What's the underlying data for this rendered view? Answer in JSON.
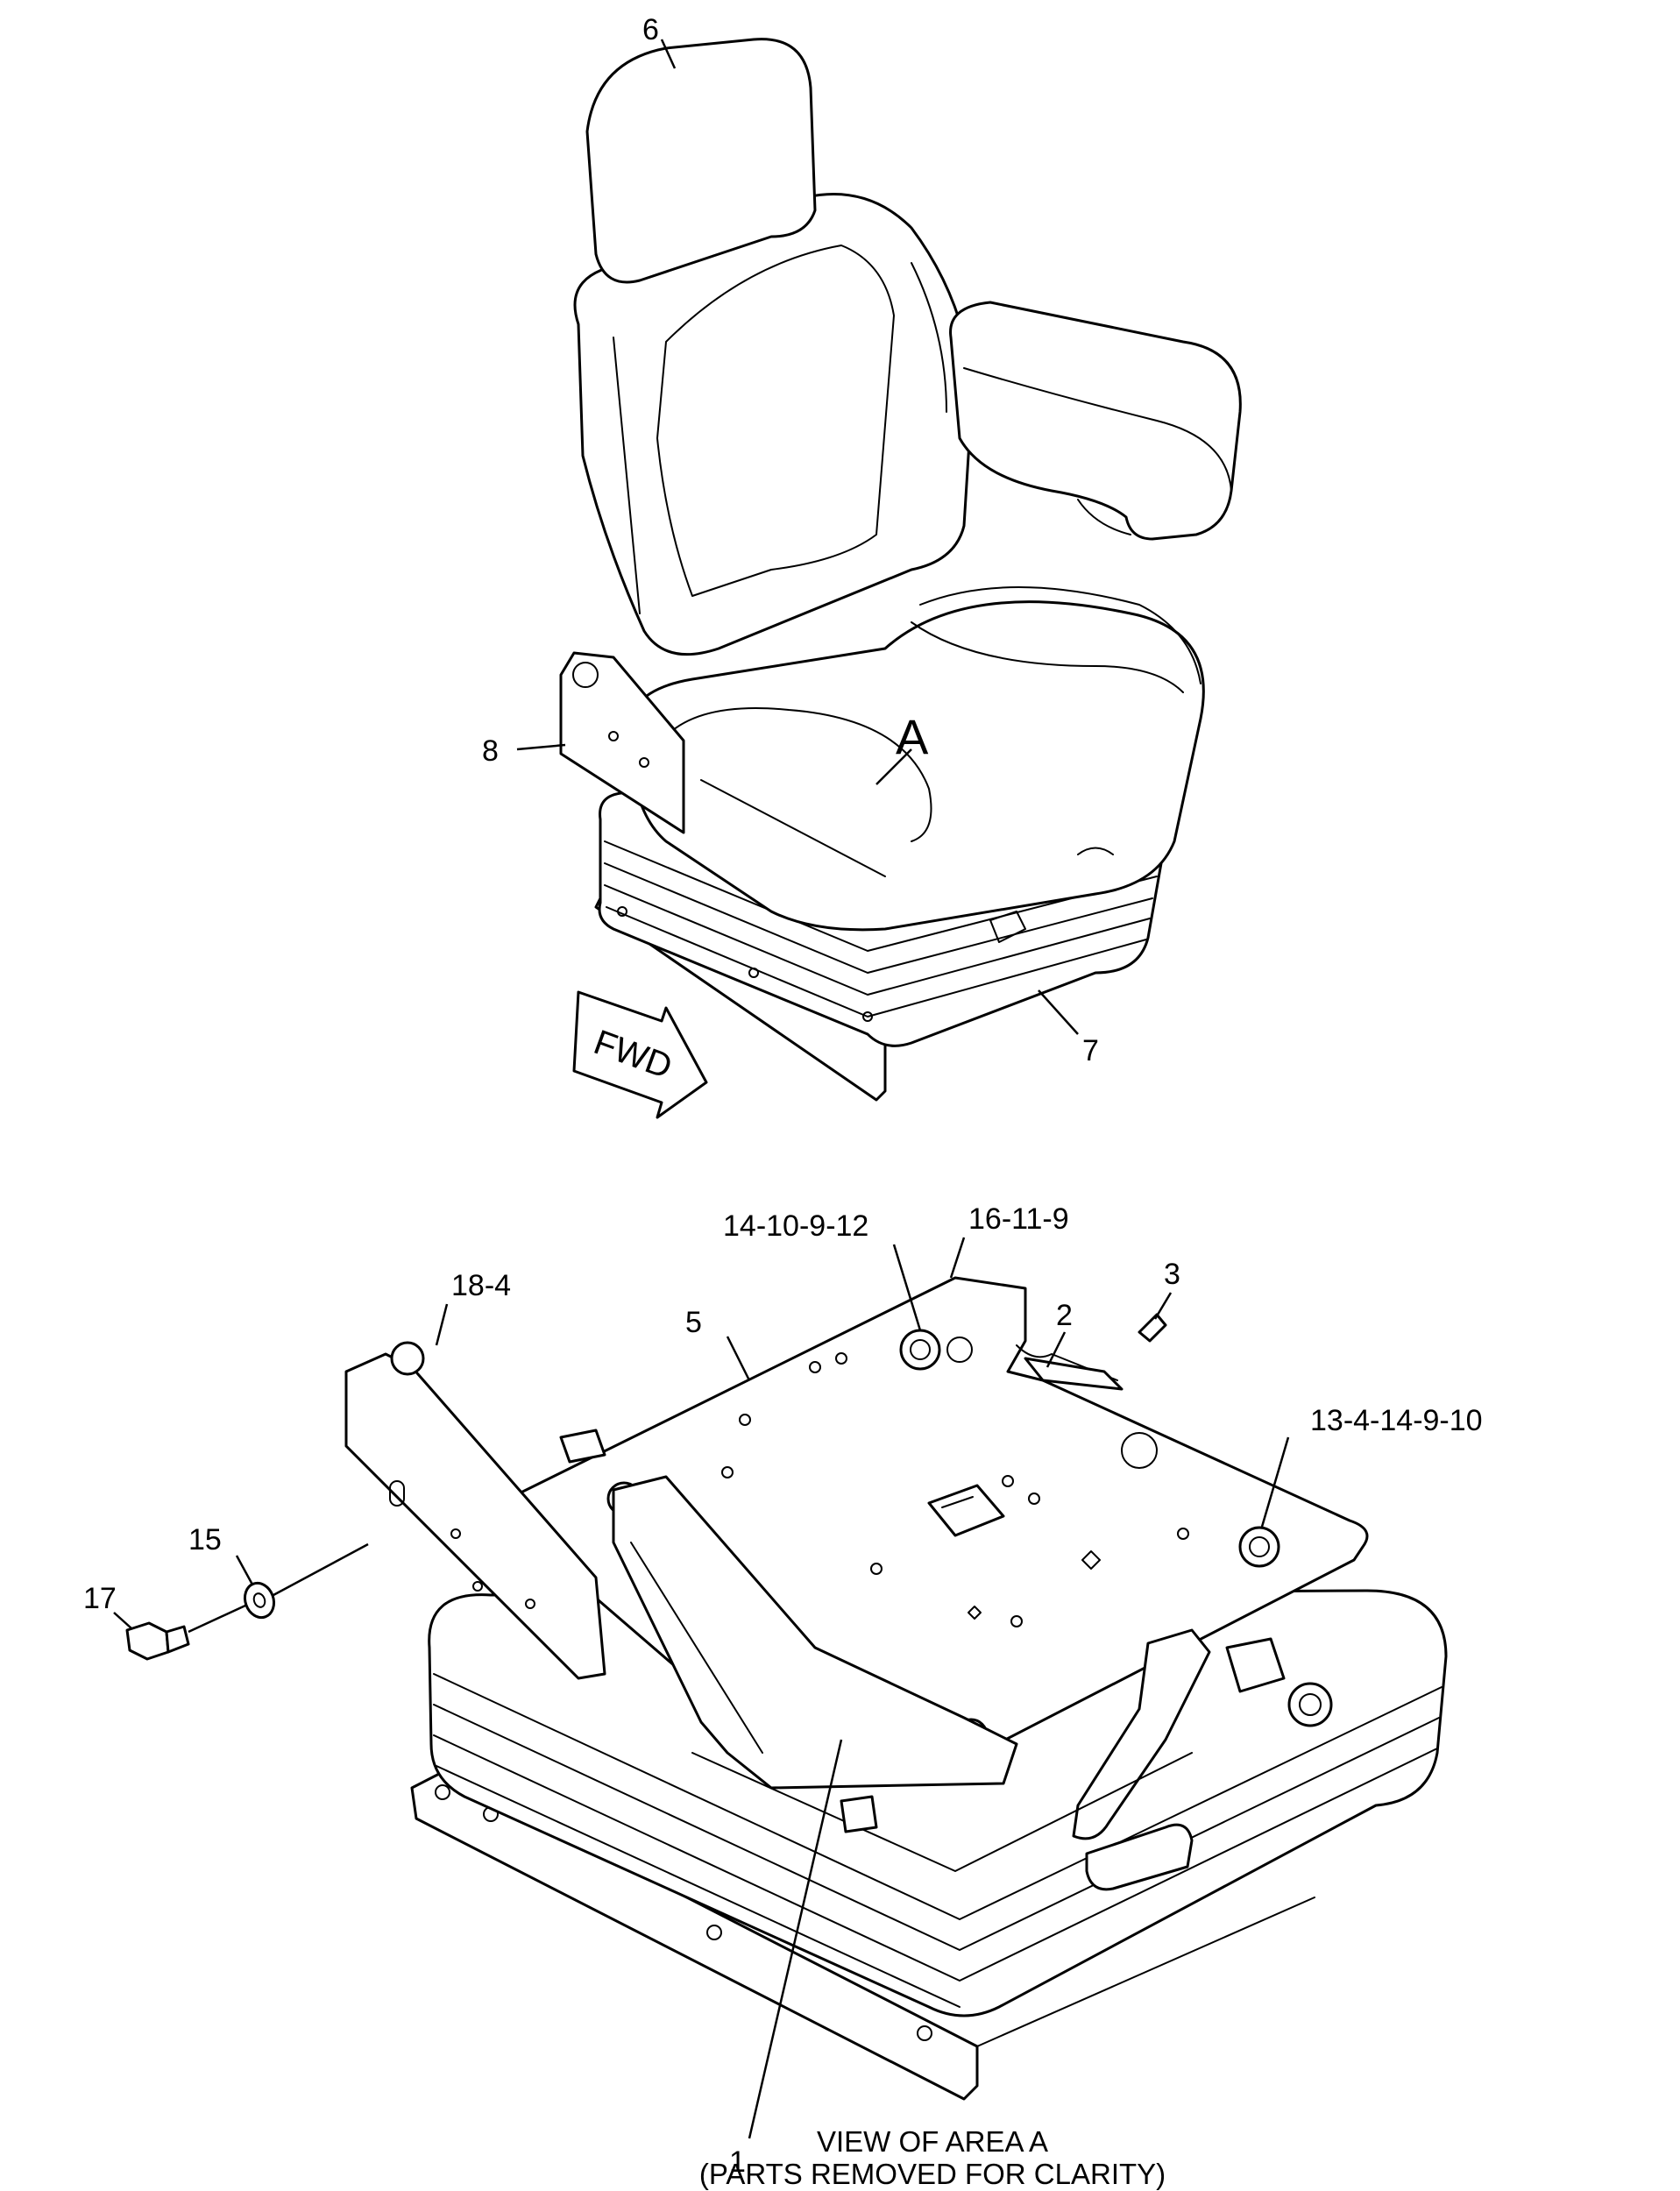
{
  "upper_view": {
    "callouts": [
      "6",
      "8",
      "7"
    ],
    "area_marker": "A",
    "direction_arrow": "FWD"
  },
  "lower_view": {
    "callouts": [
      "14-10-9-12",
      "16-11-9",
      "18-4",
      "3",
      "5",
      "2",
      "13-4-14-9-10",
      "15",
      "17",
      "1"
    ],
    "caption_line1": "VIEW OF AREA  A",
    "caption_line2": "(PARTS REMOVED FOR CLARITY)"
  }
}
